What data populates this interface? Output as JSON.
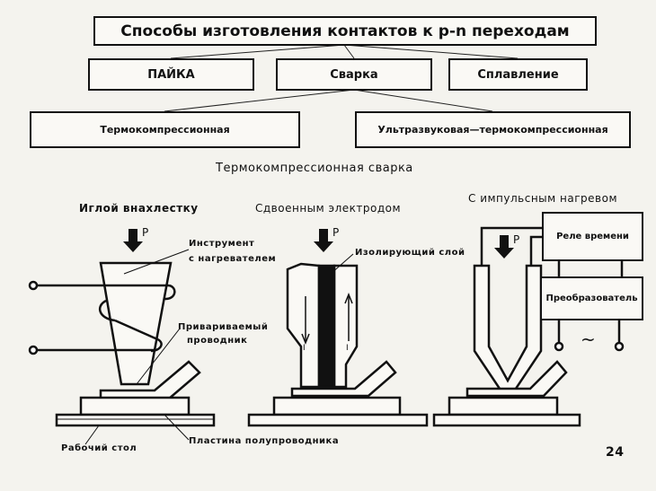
{
  "title": "Способы изготовления контактов к p-n переходам",
  "methods": [
    "ПАЙКА",
    "Сварка",
    "Сплавление"
  ],
  "welding_types": [
    "Термокомпрессионная",
    "Ультразвуковая—термокомпрессионная"
  ],
  "subtitle": "Термокомпрессионная сварка",
  "variants": {
    "needle": {
      "title": "Иглой внахлестку",
      "force": "P",
      "tool_label_1": "Инструмент",
      "tool_label_2": "с нагревателем",
      "wire_label_1": "Привариваемый",
      "wire_label_2": "проводник",
      "table_label": "Рабочий стол",
      "plate_label": "Пластина полупроводника"
    },
    "double": {
      "title": "Сдвоенным электродом",
      "force": "P",
      "insulation_label": "Изолирующий слой",
      "current_down": "I",
      "current_up": "I"
    },
    "pulse": {
      "title": "С импульсным нагревом",
      "force": "P",
      "relay": "Реле времени",
      "converter": "Преобразователь",
      "ac_symbol": "~"
    }
  },
  "page_number": "24"
}
